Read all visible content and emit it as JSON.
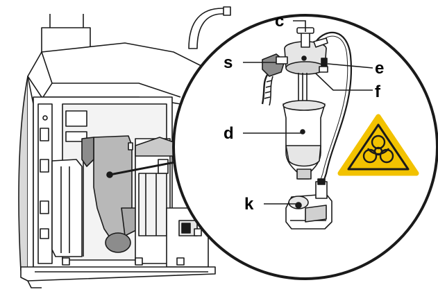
{
  "labels": {
    "c": "c",
    "s": "s",
    "e": "e",
    "f": "f",
    "d": "d",
    "k": "k"
  },
  "warning": {
    "icon": "biohazard-icon",
    "fill_color": "#F2C200",
    "border_color": "#1a1a1a"
  },
  "colors": {
    "line": "#1a1a1a",
    "panel_gray": "#b8b8b8",
    "dark_gray": "#8c8c8c",
    "light_gray": "#e6e6e6"
  }
}
